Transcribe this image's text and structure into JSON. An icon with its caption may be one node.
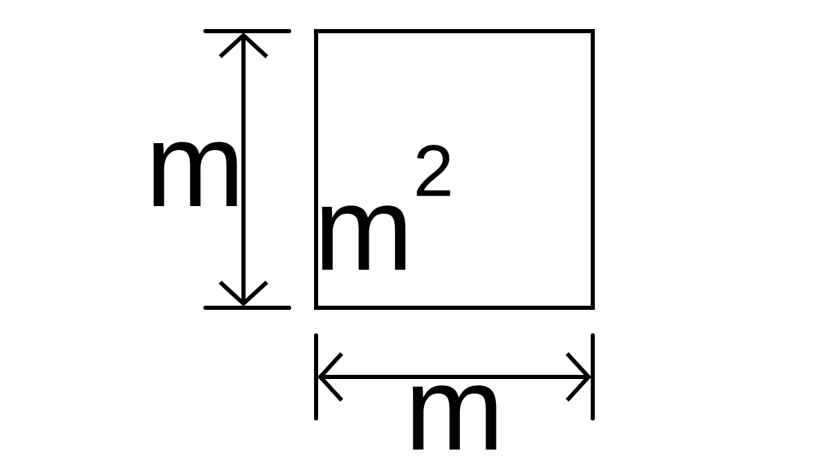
{
  "diagram": {
    "nodes": [
      {
        "text": [
          "m$^{2}$"
        ]
      }
    ],
    "labels": [
      "m",
      "m"
    ]
  }
}
